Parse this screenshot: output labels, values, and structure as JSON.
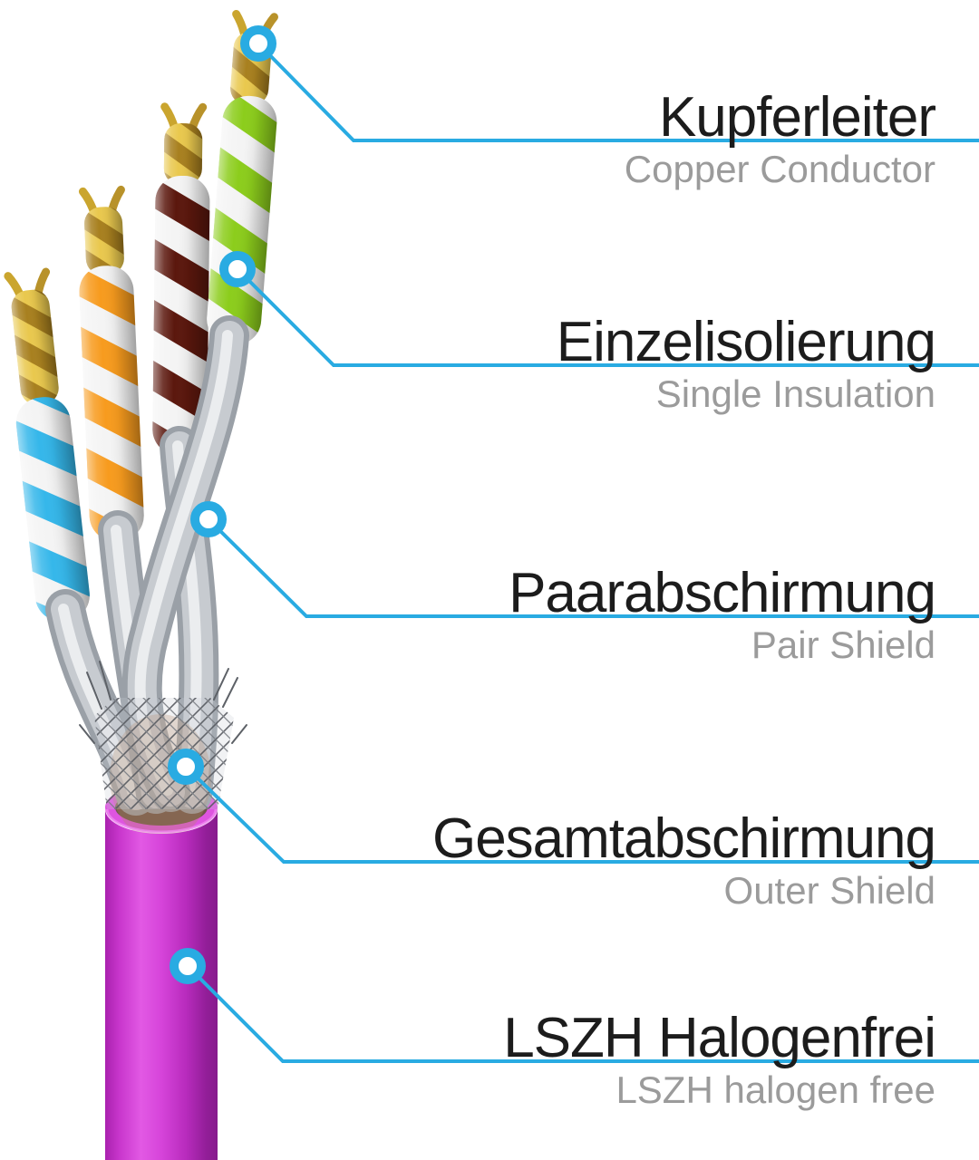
{
  "figure": {
    "type": "annotated-product-diagram",
    "subject": "Ethernet cable cutaway (LSZH Cat cable)",
    "background_color": "#ffffff",
    "accent_color": "#29abe2",
    "label_text_color": "#1c1c1c",
    "sublabel_text_color": "#9b9b9b",
    "callouts": [
      {
        "id": "copper-conductor",
        "de": "Kupferleiter",
        "en": "Copper Conductor"
      },
      {
        "id": "single-insulation",
        "de": "Einzelisolierung",
        "en": "Single Insulation"
      },
      {
        "id": "pair-shield",
        "de": "Paarabschirmung",
        "en": "Pair Shield"
      },
      {
        "id": "outer-shield",
        "de": "Gesamtabschirmung",
        "en": "Outer Shield"
      },
      {
        "id": "lszh",
        "de": "LSZH Halogenfrei",
        "en": "LSZH halogen free"
      }
    ],
    "cable": {
      "jacket_color": "#cb32d0",
      "pair_colors": [
        "#35b7ea",
        "#f79b1e",
        "#5b170d",
        "#8ccd1c"
      ],
      "insulation_color": "#f4f4f4",
      "conductor_color": "#d4af37",
      "shield_color": "#c0c4c9"
    }
  }
}
